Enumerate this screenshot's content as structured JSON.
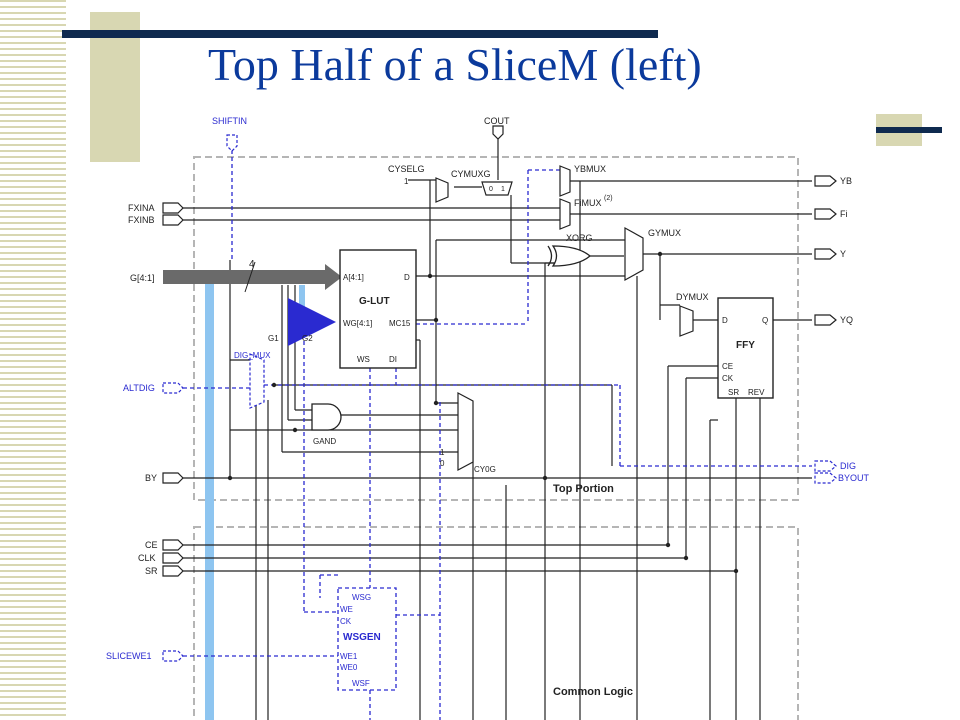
{
  "slide": {
    "title": "Top Half of a SliceM (left)",
    "colors": {
      "title_text": "#0b3a9c",
      "title_rule": "#0f2a4f",
      "accent": "#d8d7b2",
      "signal_black": "#222222",
      "signal_blue": "#2a2ad0",
      "bus_cyan": "#8ec5f0",
      "region_border": "#b5b5b5"
    }
  },
  "diagram": {
    "inputs": {
      "shiftin": "SHIFTIN",
      "cout": "COUT",
      "fxina": "FXINA",
      "fxinb": "FXINB",
      "g_bus": "G[4:1]",
      "altdig": "ALTDIG",
      "by": "BY",
      "ce": "CE",
      "clk": "CLK",
      "sr": "SR",
      "slicewe1": "SLICEWE1"
    },
    "outputs": {
      "yb": "YB",
      "fi": "Fi",
      "y": "Y",
      "yq": "YQ",
      "dig": "DIG",
      "byout": "BYOUT"
    },
    "blocks": {
      "cyselg": "CYSELG",
      "cyselg_in": "1",
      "cymuxg": "CYMUXG",
      "cymuxg_0": "0",
      "cymuxg_1": "1",
      "ybmux": "YBMUX",
      "fimux": "FiMUX",
      "fimux_sup": "(2)",
      "xorg": "XORG",
      "gymux": "GYMUX",
      "dymux": "DYMUX",
      "bus_width": "4",
      "g_lut": {
        "name": "G-LUT",
        "a_port": "A[4:1]",
        "d_port": "D",
        "wg_port": "WG[4:1]",
        "mc15_port": "MC15",
        "ws_port": "WS",
        "di_port": "DI"
      },
      "g1": "G1",
      "g2": "G2",
      "dig_mux": "DIG_MUX",
      "gand": "GAND",
      "cy0g": "CY0G",
      "cy0g_in1": "1",
      "cy0g_in0": "0",
      "ffy": {
        "name": "FFY",
        "d": "D",
        "q": "Q",
        "ce": "CE",
        "ck": "CK",
        "sr": "SR",
        "rev": "REV"
      },
      "wsgen": {
        "name": "WSGEN",
        "wsg": "WSG",
        "we": "WE",
        "ck": "CK",
        "we1": "WE1",
        "we0": "WE0",
        "wsf": "WSF"
      }
    },
    "regions": {
      "top": "Top Portion",
      "common": "Common Logic"
    }
  }
}
